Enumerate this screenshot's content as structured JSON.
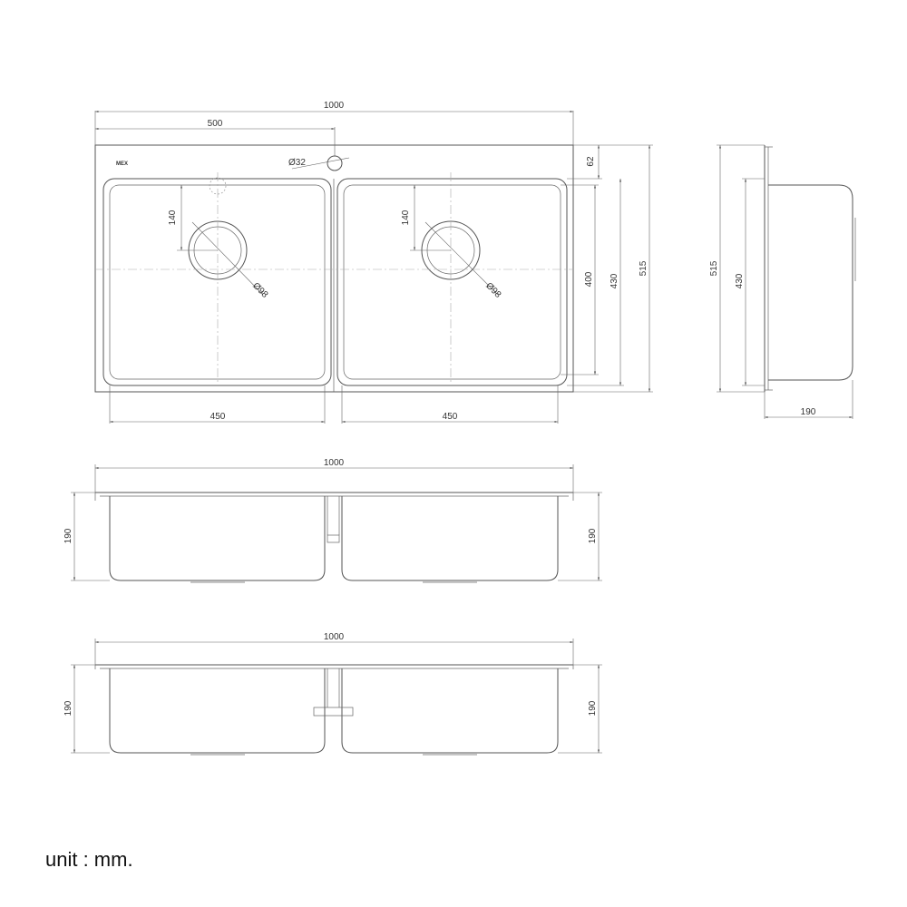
{
  "top_view": {
    "overall_width": "1000",
    "half_width": "500",
    "tap_hole": "Ø32",
    "rim_depth": "62",
    "bowl_depth_inner": "400",
    "bowl_depth_outer": "430",
    "overall_depth": "515",
    "left_bowl_width": "450",
    "right_bowl_width": "450",
    "left_drain_offset": "140",
    "right_drain_offset": "140",
    "left_drain_dia": "Ø98",
    "right_drain_dia": "Ø98"
  },
  "side_view": {
    "overall_depth": "515",
    "bowl_depth": "430",
    "height": "190"
  },
  "front_view": {
    "width": "1000",
    "height_left": "190",
    "height_right": "190"
  },
  "back_view": {
    "width": "1000",
    "height_left": "190",
    "height_right": "190"
  },
  "unit_label": "unit : mm."
}
